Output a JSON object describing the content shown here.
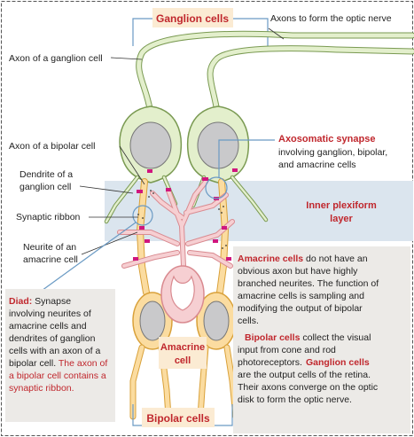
{
  "labels": {
    "ganglion_cells": "Ganglion cells",
    "axons_optic_nerve": "Axons to form the optic nerve",
    "axon_ganglion": "Axon of a ganglion cell",
    "axon_bipolar": "Axon of a bipolar cell",
    "dendrite_ganglion_1": "Dendrite of a",
    "dendrite_ganglion_2": "ganglion cell",
    "synaptic_ribbon": "Synaptic ribbon",
    "neurite_amacrine_1": "Neurite of an",
    "neurite_amacrine_2": "amacrine cell",
    "amacrine_cell_1": "Amacrine",
    "amacrine_cell_2": "cell",
    "bipolar_cells": "Bipolar cells",
    "inner_plexiform_1": "Inner plexiform",
    "inner_plexiform_2": "layer"
  },
  "axosomatic": {
    "title": "Axosomatic synapse",
    "lines": [
      "involving ganglion, bipolar,",
      "and amacrine cells"
    ]
  },
  "diad": {
    "title": "Diad:",
    "line1_rest": " Synapse",
    "lines": [
      "involving neurites of",
      "amacrine cells and",
      "dendrites of ganglion",
      "cells with an axon of a",
      "bipolar cell."
    ],
    "red_inline": " The axon of",
    "red_lines": [
      "a bipolar cell contains a",
      "synaptic ribbon."
    ]
  },
  "description": {
    "amacrine_title": "Amacrine cells",
    "amacrine_line1_rest": " do not have an",
    "amacrine_lines": [
      "obvious axon but have highly",
      "branched neurites.  The function of",
      "amacrine cells is sampling and",
      "modifying the output of bipolar",
      "cells."
    ],
    "bipolar_title": "Bipolar cells",
    "bipolar_line1_rest": " collect the visual",
    "bipolar_lines": [
      "input from cone and rod"
    ],
    "bipolar_last": "photoreceptors.",
    "ganglion_title": "Ganglion cells",
    "ganglion_lines": [
      "are the output cells of the retina.",
      "Their axons converge on the optic",
      "disk to form the optic nerve."
    ]
  },
  "colors": {
    "ganglion_fill": "#e3efcc",
    "bipolar_fill": "#fbdca0",
    "amacrine_fill": "#f6cfd2",
    "nucleus": "#c9c9cb",
    "synapse": "#d0167e",
    "label_bg": "#fbebd3",
    "plexiform_band": "#dbe5ee",
    "accent_red": "#c0272d"
  }
}
